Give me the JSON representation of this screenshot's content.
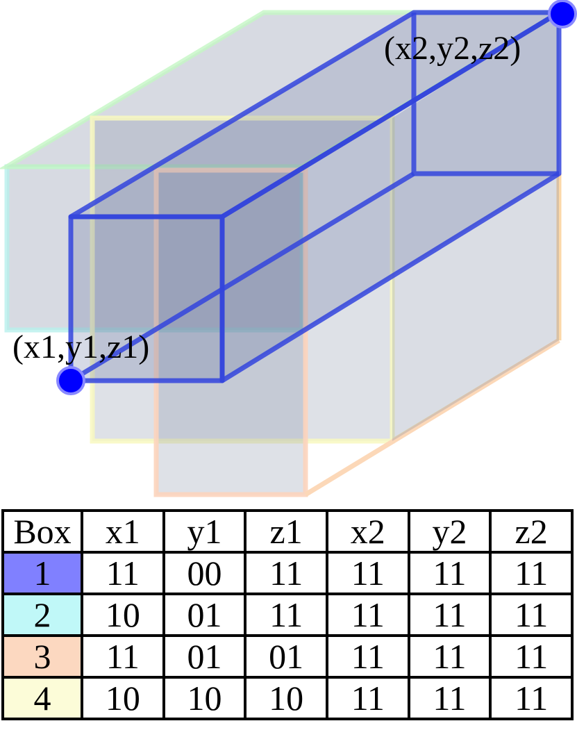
{
  "labels": {
    "corner1": "(x1,y1,z1)",
    "corner2": "(x2,y2,z2)"
  },
  "colors": {
    "box1": "#8080ff",
    "box2": "#c0f8f8",
    "box3": "#fcd8c0",
    "box4": "#fcfcd8",
    "corner_point": "#0000ff",
    "highlight_edge": "#3344dd",
    "fill": "#7a869e"
  },
  "table": {
    "headers": [
      "Box",
      "x1",
      "y1",
      "z1",
      "x2",
      "y2",
      "z2"
    ],
    "rows": [
      [
        "1",
        "11",
        "00",
        "11",
        "11",
        "11",
        "11"
      ],
      [
        "2",
        "10",
        "01",
        "11",
        "11",
        "11",
        "11"
      ],
      [
        "3",
        "11",
        "01",
        "01",
        "11",
        "11",
        "11"
      ],
      [
        "4",
        "10",
        "10",
        "10",
        "11",
        "11",
        "11"
      ]
    ]
  }
}
